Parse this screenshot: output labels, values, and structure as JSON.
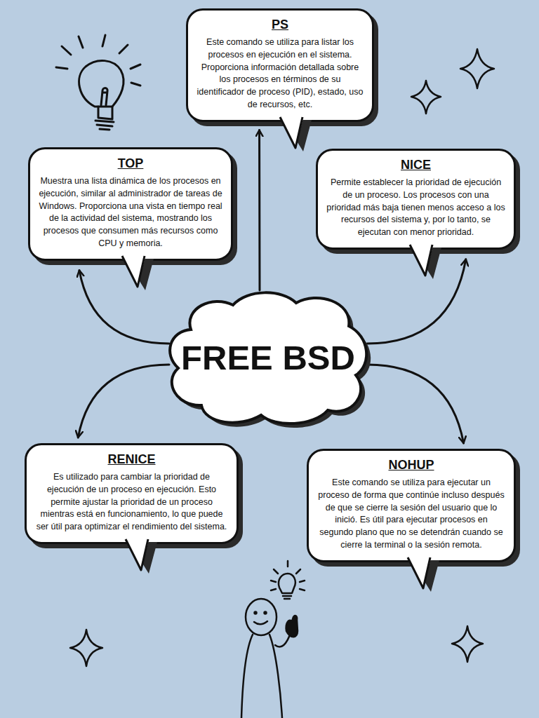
{
  "diagram": {
    "nodes": [
      {
        "text": [
          "PS",
          "Este comando se utiliza para listar los procesos en ejecución en el sistema. Proporciona información detallada sobre los procesos en términos de su identificador de proceso (PID), estado, uso de recursos, etc."
        ]
      },
      {
        "text": [
          "TOP",
          "Muestra una lista dinámica de los procesos en ejecución, similar al administrador de tareas de Windows. Proporciona una vista en tiempo real de la actividad del sistema, mostrando los procesos que consumen más recursos como CPU y memoria."
        ]
      },
      {
        "text": [
          "NICE",
          "Permite establecer la prioridad de ejecución de un proceso. Los procesos con una prioridad más baja tienen menos acceso a los recursos del sistema y, por lo tanto, se ejecutan con menor prioridad."
        ]
      },
      {
        "text": [
          "FREE BSD"
        ]
      },
      {
        "text": [
          "RENICE",
          "Es utilizado para cambiar la prioridad de ejecución de un proceso en ejecución. Esto permite ajustar la prioridad de un proceso mientras está en funcionamiento, lo que puede ser útil para optimizar el rendimiento del sistema."
        ]
      },
      {
        "text": [
          "NOHUP",
          "Este comando se utiliza para ejecutar un proceso de forma que continúe incluso después de que se cierre la sesión del usuario que lo inició. Es útil para ejecutar procesos en segundo plano que no se detendrán cuando se cierre la terminal o la sesión remota."
        ]
      }
    ],
    "edges": [
      {
        "from": 3,
        "to": 0,
        "arrow": "to"
      },
      {
        "from": 3,
        "to": 1,
        "arrow": "to"
      },
      {
        "from": 3,
        "to": 2,
        "arrow": "to"
      },
      {
        "from": 3,
        "to": 4,
        "arrow": "to"
      },
      {
        "from": 3,
        "to": 5,
        "arrow": "to"
      }
    ]
  }
}
